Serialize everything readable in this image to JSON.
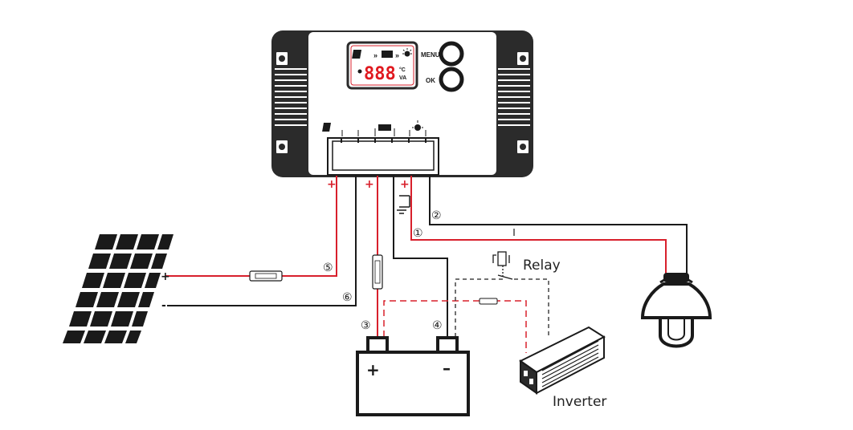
{
  "colors": {
    "positive_wire": "#d8202c",
    "negative_wire": "#1a1a1a",
    "optional_wire": "#d8202c",
    "relay_wire": "#444444",
    "controller_body": "#2b2b2b",
    "lcd_border": "#d8202c",
    "lcd_digits": "#e0191f"
  },
  "controller": {
    "menu_label": "MENU",
    "ok_label": "OK",
    "display_digits": "888",
    "unit_top": "°C",
    "unit_bottom": "VA",
    "terminal_icons": [
      "solar-panel-icon",
      "battery-icon",
      "lamp-icon"
    ],
    "terminal_signs": [
      "+",
      "+",
      "+"
    ]
  },
  "wires": {
    "load_positive": "①",
    "load_negative": "②",
    "battery_positive": "③",
    "battery_negative": "④",
    "solar_positive": "⑤",
    "solar_negative": "⑥"
  },
  "solar_panel": {
    "positive_sign": "+",
    "negative_sign": "-"
  },
  "battery": {
    "positive_sign": "+",
    "negative_sign": "–"
  },
  "relay": {
    "label": "Relay"
  },
  "inverter": {
    "label": "Inverter"
  },
  "lamp": {
    "icon": "street-lamp-icon"
  }
}
